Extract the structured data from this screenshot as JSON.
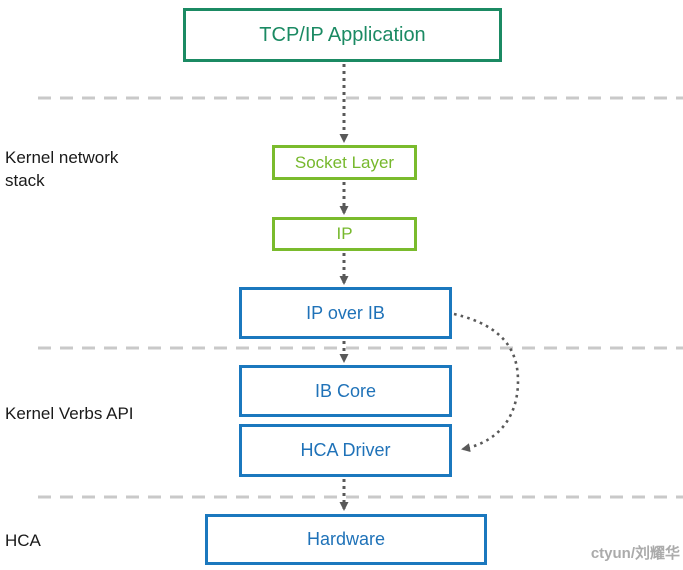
{
  "diagram": {
    "boxes": {
      "tcpip_application": {
        "label": "TCP/IP Application"
      },
      "socket_layer": {
        "label": "Socket Layer"
      },
      "ip": {
        "label": "IP"
      },
      "ip_over_ib": {
        "label": "IP over IB"
      },
      "ib_core": {
        "label": "IB Core"
      },
      "hca_driver": {
        "label": "HCA Driver"
      },
      "hardware": {
        "label": "Hardware"
      }
    },
    "section_labels": {
      "kernel_network_stack": "Kernel network stack",
      "kernel_verbs_api": "Kernel Verbs API",
      "hca": "HCA"
    },
    "watermark": "ctyun/刘耀华",
    "colors": {
      "dark_green_border": "#1B8A63",
      "light_green_border": "#7ABB2D",
      "blue_border": "#1B78BE",
      "arrow_gray": "#595959",
      "divider_gray": "#C9C9C9",
      "watermark_gray": "#ABABAB"
    }
  }
}
